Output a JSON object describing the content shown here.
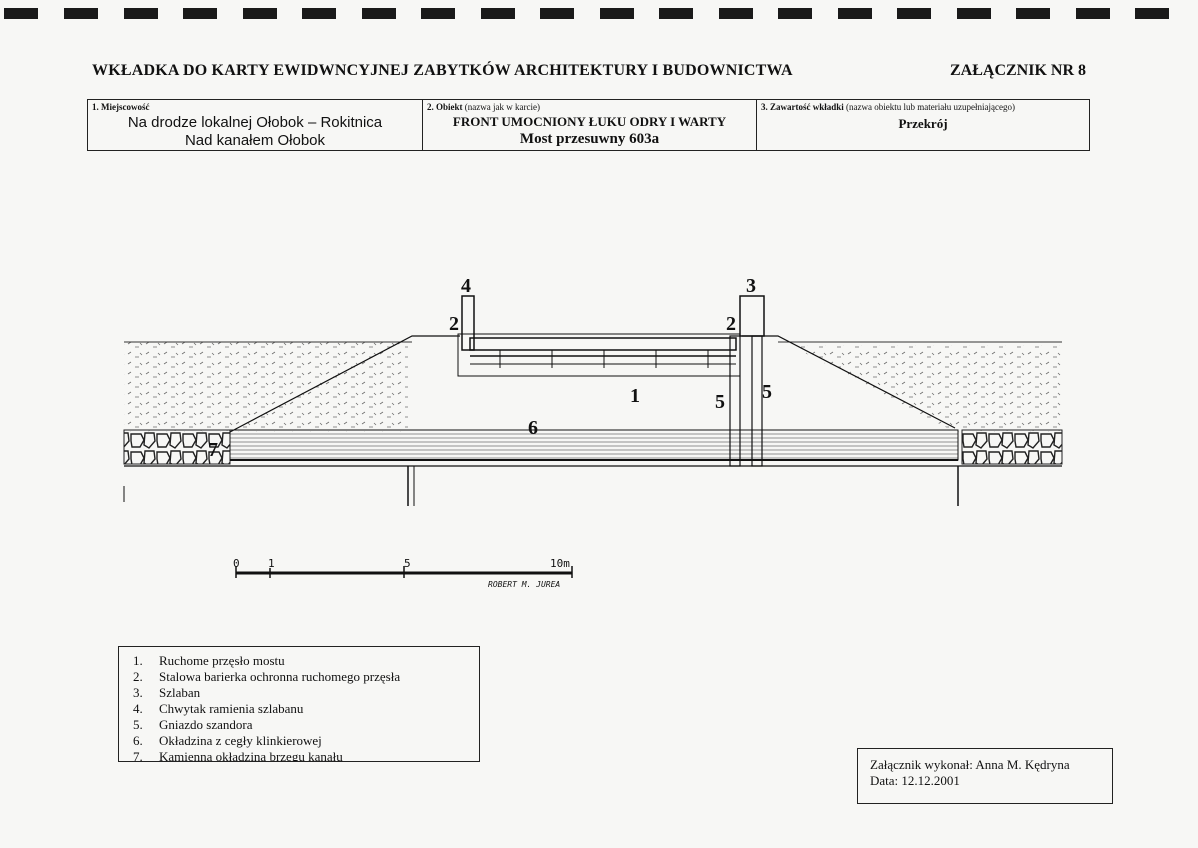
{
  "header": {
    "title": "WKŁADKA DO KARTY EWIDWNCYJNEJ ZABYTKÓW ARCHITEKTURY I BUDOWNICTWA",
    "annex": "ZAŁĄCZNIK NR 8"
  },
  "info": {
    "cell1": {
      "label": "1. Miejscowość",
      "line1": "Na drodze lokalnej Ołobok – Rokitnica",
      "line2": "Nad kanałem Ołobok"
    },
    "cell2": {
      "label": "2. Obiekt",
      "label_note": " (nazwa jak w karcie)",
      "line1": "FRONT UMOCNIONY ŁUKU ODRY I WARTY",
      "line2": "Most przesuwny 603a"
    },
    "cell3": {
      "label": "3. Zawartość wkładki",
      "label_note": " (nazwa obiektu lub materiału uzupełniającego)",
      "line1": "Przekrój"
    }
  },
  "drawing": {
    "callouts": [
      "4",
      "2",
      "3",
      "2",
      "1",
      "5",
      "5",
      "6",
      "7"
    ],
    "scale_labels": [
      "0",
      "1",
      "5",
      "10m"
    ],
    "signature": "ROBERT M. JUREA"
  },
  "legend": [
    {
      "num": "1.",
      "text": "Ruchome przęsło mostu"
    },
    {
      "num": "2.",
      "text": "Stalowa barierka ochronna ruchomego przęsła"
    },
    {
      "num": "3.",
      "text": "Szlaban"
    },
    {
      "num": "4.",
      "text": "Chwytak ramienia szlabanu"
    },
    {
      "num": "5.",
      "text": "Gniazdo szandora"
    },
    {
      "num": "6.",
      "text": "Okładzina z cegły klinkierowej"
    },
    {
      "num": "7.",
      "text": "Kamienna okładzina brzegu kanału"
    }
  ],
  "author": {
    "line1": "Załącznik wykonał: Anna M. Kędryna",
    "line2": "Data: 12.12.2001"
  }
}
